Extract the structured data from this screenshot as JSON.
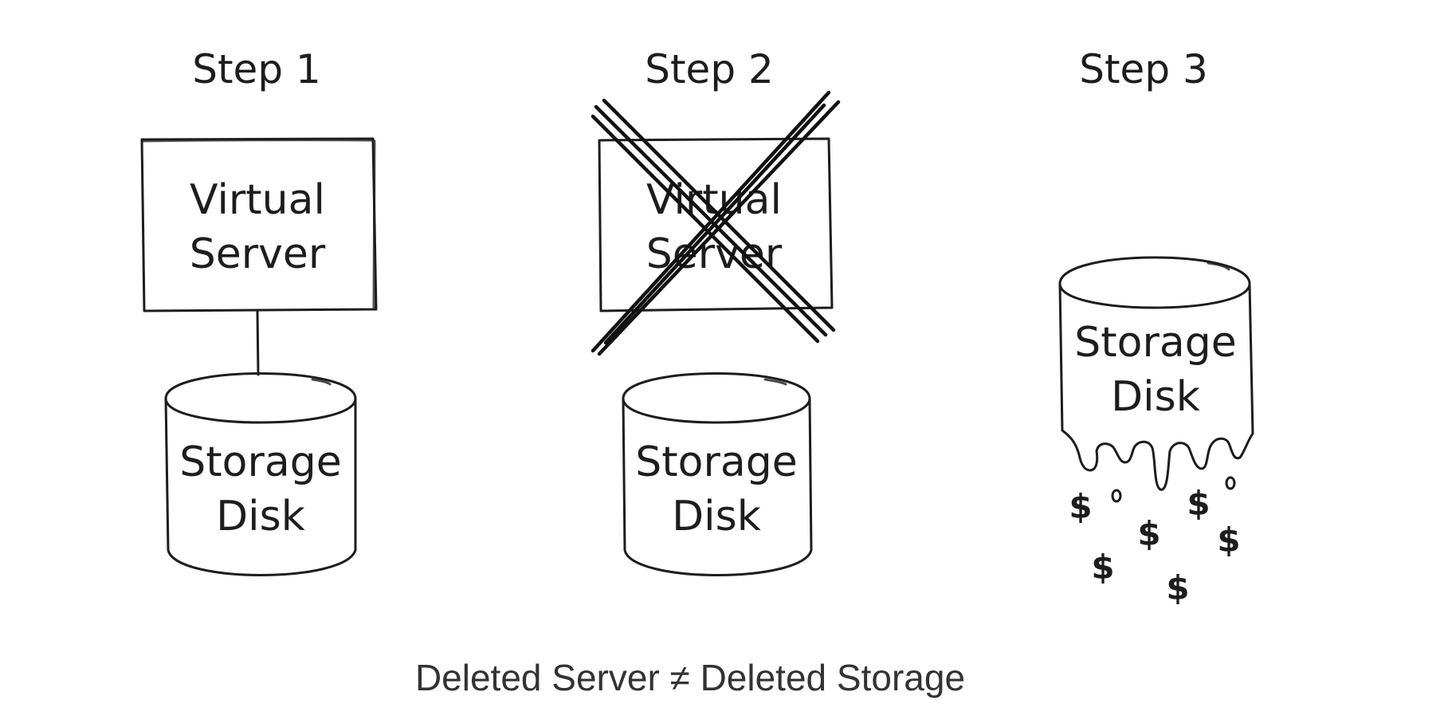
{
  "steps": [
    {
      "title": "Step 1",
      "server_line1": "Virtual",
      "server_line2": "Server",
      "disk_line1": "Storage",
      "disk_line2": "Disk"
    },
    {
      "title": "Step 2",
      "server_line1": "Virtual",
      "server_line2": "Server",
      "disk_line1": "Storage",
      "disk_line2": "Disk"
    },
    {
      "title": "Step 3",
      "disk_line1": "Storage",
      "disk_line2": "Disk",
      "dollar_symbol": "$"
    }
  ],
  "caption": "Deleted Server ≠ Deleted Storage",
  "colors": {
    "ink": "#1d1d1d",
    "caption": "#333333",
    "background": "#ffffff"
  }
}
